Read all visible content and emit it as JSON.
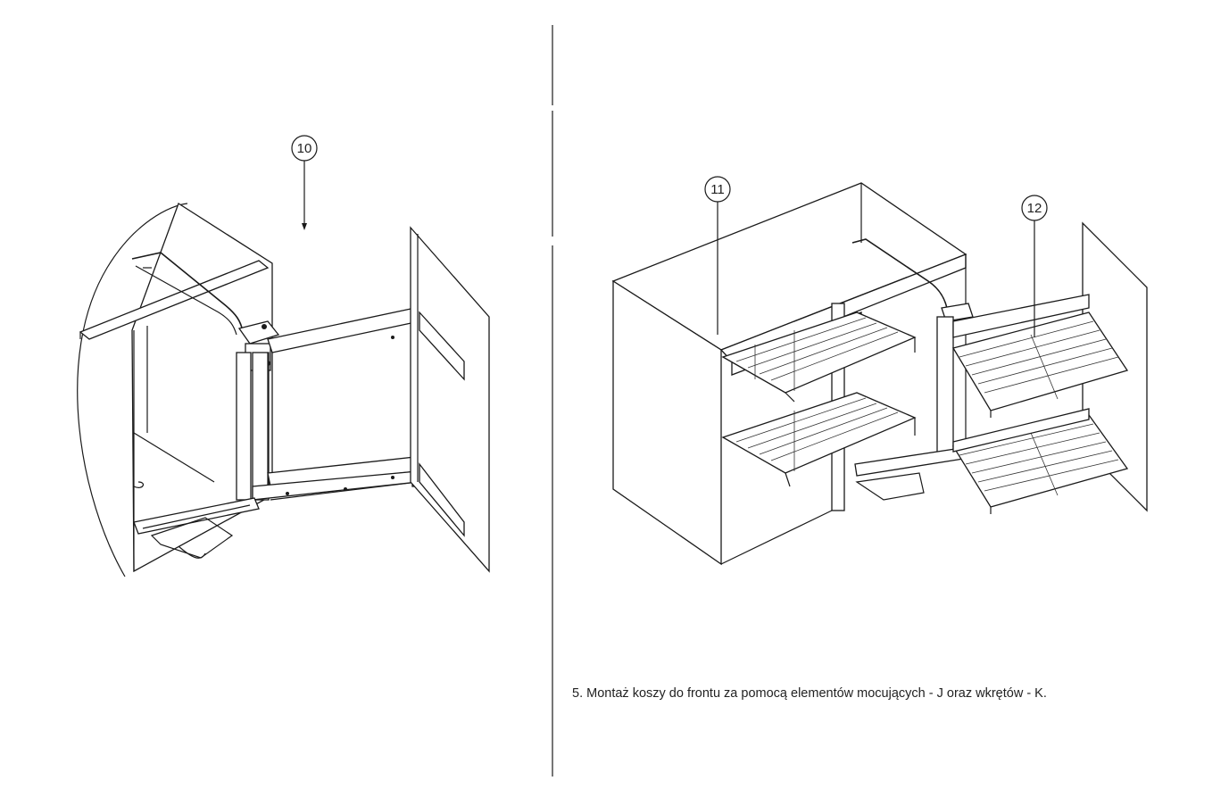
{
  "callouts": {
    "c10": "10",
    "c11": "11",
    "c12": "12"
  },
  "caption": "5. Montaż koszy do frontu za pomocą elementów mocujących - J oraz wkrętów - K.",
  "colors": {
    "line": "#1a1a1a",
    "background": "#ffffff"
  }
}
